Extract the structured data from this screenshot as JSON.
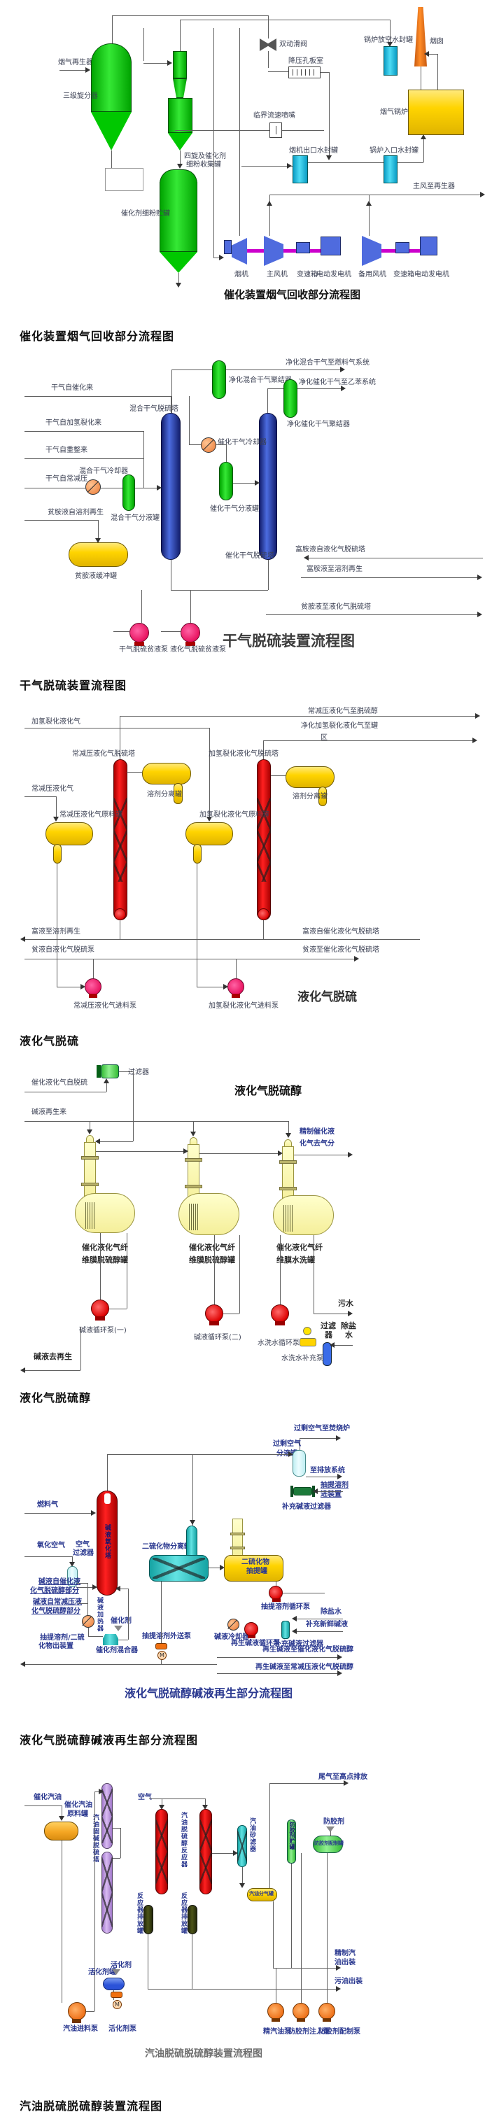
{
  "colors": {
    "green": "#00c800",
    "cyan": "#2cc7e8",
    "orange": "#ef7010",
    "yellow": "#ffd400",
    "machine_blue": "#4f6bde",
    "shaft_magenta": "#cc00cc",
    "tower_blue": "#2b3f9e",
    "red": "#e60000",
    "pump_pink": "#e8125f",
    "pale_yellow": "#fffdc8",
    "purple": "#c9a2ea",
    "olive_dark": "#3a4012",
    "light_green": "#6fe86f",
    "pump_orange": "#f2731d",
    "label_blue": "#2b3990"
  },
  "s1": {
    "heading": "催化装置烟气回收部分流程图",
    "title": "催化装置烟气回收部分流程图",
    "in1": "烟气再生器来",
    "cyc3": "三级旋分器",
    "cyc4a": "四旋及催化剂",
    "cyc4b": "细粉收集罐",
    "fines": "催化剂细粉贮罐",
    "valve": "双动滑阀",
    "orifice": "降压孔板室",
    "nozzle": "临界流速喷嘴",
    "ventSeal": "锅炉放空水封罐",
    "stack": "烟囱",
    "boiler": "烟气锅炉",
    "outSeal": "烟机出口水封罐",
    "inSeal": "锅炉入口水封罐",
    "mainAir": "主风至再生器",
    "turbine": "烟机",
    "blower": "主风机",
    "gear1": "变速箱",
    "mg1": "电动发电机",
    "spare": "备用风机",
    "gear2": "变速箱",
    "mg2": "电动发电机"
  },
  "s2": {
    "heading": "干气脱硫装置流程图",
    "title": "干气脱硫装置流程图",
    "toFuel": "净化混合干气至燃料气系统",
    "coal1": "净化混合干气聚结器",
    "toEB": "净化催化干气至乙苯系统",
    "coal2": "净化催化干气聚结器",
    "inFcc": "干气自催化来",
    "tower1": "混合干气脱硫塔",
    "tower2": "催化干气脱硫塔",
    "cooler2": "催化干气冷却器",
    "inHc": "干气自加氢裂化来",
    "inRef": "干气自重整来",
    "inVac": "干气自常减压",
    "cooler1": "混合干气冷却器",
    "sep1": "混合干气分液罐",
    "sep2": "催化干气分液罐",
    "leanIn": "贫胺液自溶剂再生",
    "buffer": "贫胺液缓冲罐",
    "richIn": "富胺液自液化气脱硫塔",
    "richOut": "富胺液至溶剂再生",
    "leanOut": "贫胺液至液化气脱硫塔",
    "pump1": "干气脱硫贫液泵",
    "pump2": "液化气脱硫贫液泵"
  },
  "s3": {
    "heading": "液化气脱硫",
    "title": "液化气脱硫",
    "outMerox": "常减压液化气至脱硫醇",
    "inHc": "加氢裂化液化气",
    "outTanka": "净化加氢裂化液化气至罐",
    "outTankb": "区",
    "tower1": "常减压液化气脱硫塔",
    "tower2": "加氢裂化液化气脱硫塔",
    "sep1": "溶剂分离罐",
    "sep2": "溶剂分离罐",
    "inVac": "常减压液化气",
    "feed1": "常减压液化气原料罐",
    "feed2": "加氢裂化液化气原料罐",
    "richOut": "富液至溶剂再生",
    "leanIn": "贫液自液化气脱硫泵",
    "richIn2": "富液自催化液化气脱硫塔",
    "leanOut2": "贫液至催化液化气脱硫塔",
    "pump1": "常减压液化气进料泵",
    "pump2": "加氢裂化液化气进料泵"
  },
  "s4": {
    "heading": "液化气脱硫醇",
    "title": "液化气脱硫醇",
    "inLpg": "催化液化气自脱硫",
    "filter": "过滤器",
    "caustIn": "碱液再生来",
    "outa": "精制催化液",
    "outb": "化气去气分",
    "v1a": "催化液化气纤",
    "v1b": "维膜脱硫醇罐",
    "v2a": "催化液化气纤",
    "v2b": "维膜脱硫醇罐",
    "v3a": "催化液化气纤",
    "v3b": "维膜水洗罐",
    "pump1": "碱液循环泵(一)",
    "pump2": "碱液循环泵(二)",
    "pump3": "水洗水循环泵",
    "pump4": "水洗水补充泵",
    "sewage": "污水",
    "f2a": "过滤",
    "f2b": "器",
    "dwa": "除盐",
    "dwb": "水",
    "caustOut": "碱液去再生"
  },
  "s5": {
    "heading": "液化气脱硫醇碱液再生部分流程图",
    "title": "液化气脱硫醇碱液再生部分流程图",
    "airOut": "过剩空气至焚烧炉",
    "sepa": "过剩空气",
    "sepb": "分液罐",
    "vent": "至排放系统",
    "solvIna": "抽提溶剂",
    "solvInb": "进装置",
    "mkFilter": "补充碱液过滤器",
    "fuel": "燃料气",
    "oxTower": "碱液氧化塔",
    "oxAir": "氧化空气",
    "airFa": "空气",
    "airFb": "过滤器",
    "dsSep": "二硫化物分离罐",
    "dsExta": "二硫化物",
    "dsExtb": "抽提罐",
    "cfCata": "碱液自催化液",
    "cfCatb": "化气脱硫醇部分",
    "cfVaca": "碱液自常减压液",
    "cfVacb": "化气脱硫醇部分",
    "heater": "碱液加热器",
    "cat": "催化剂",
    "mixer": "催化剂混合器",
    "outPump": "抽提溶剂外送泵",
    "solvOuta": "抽提溶剂/二硫",
    "solvOutb": "化物出装置",
    "circPump": "抽提溶剂循环泵",
    "cooler": "碱液冷却器",
    "regenPump": "再生碱液循环泵",
    "mkFilter2": "补充碱液过滤器",
    "dw": "除盐水",
    "fresh": "补充新鲜碱液",
    "toCat": "再生碱液至催化液化气脱硫醇",
    "toVac": "再生碱液至常减压液化气脱硫醇",
    "m": "M"
  },
  "s6": {
    "heading": "汽油脱硫脱硫醇装置流程图",
    "title": "汽油脱硫脱硫醇装置流程图",
    "inGas": "催化汽油",
    "feeda": "催化汽油",
    "feedb": "原料罐",
    "naohTower": "汽油固碱脱硫塔",
    "air": "空气",
    "reactor": "汽油脱硫醇反应器",
    "drain1": "反应器排放罐",
    "drain2": "反应器排放罐",
    "sand": "汽油砂滤器",
    "gasSep": "汽油分气罐",
    "agStore": "防胶剂贮罐",
    "ag": "防胶剂",
    "agPrep": "防胶剂配制罐",
    "tailGas": "尾气至高点排放",
    "act": "活化剂",
    "actTank": "活化剂罐",
    "feedPump": "汽油进料泵",
    "actPump": "活化剂泵",
    "refOuta": "精制汽",
    "refOutb": "油出装",
    "slopOut": "污油出装",
    "pumpA": "精汽油泵",
    "pumpB": "防胶剂注入泵",
    "pumpC": "防胶剂配制泵",
    "m": "M"
  }
}
